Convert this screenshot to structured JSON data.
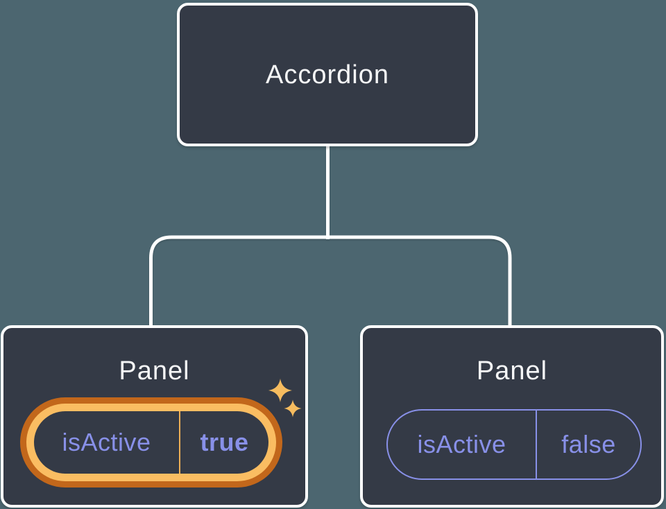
{
  "diagram": {
    "root": {
      "label": "Accordion"
    },
    "panels": [
      {
        "title": "Panel",
        "prop": "isActive",
        "value": "true",
        "highlighted": true
      },
      {
        "title": "Panel",
        "prop": "isActive",
        "value": "false",
        "highlighted": false
      }
    ]
  },
  "icons": {
    "sparkle_large": "sparkle-icon",
    "sparkle_small": "sparkle-icon"
  },
  "colors": {
    "background": "#4C6670",
    "card_fill": "#343A46",
    "card_border": "#FFFFFF",
    "title_text": "#F5F6F7",
    "state_purple": "#8890E8",
    "highlight_ring_outer": "#C2671B",
    "highlight_ring_inner": "#FABD62",
    "highlight_divider": "#EDAF56",
    "sparkle": "#F6BC5F",
    "connector": "#FFFFFF"
  }
}
